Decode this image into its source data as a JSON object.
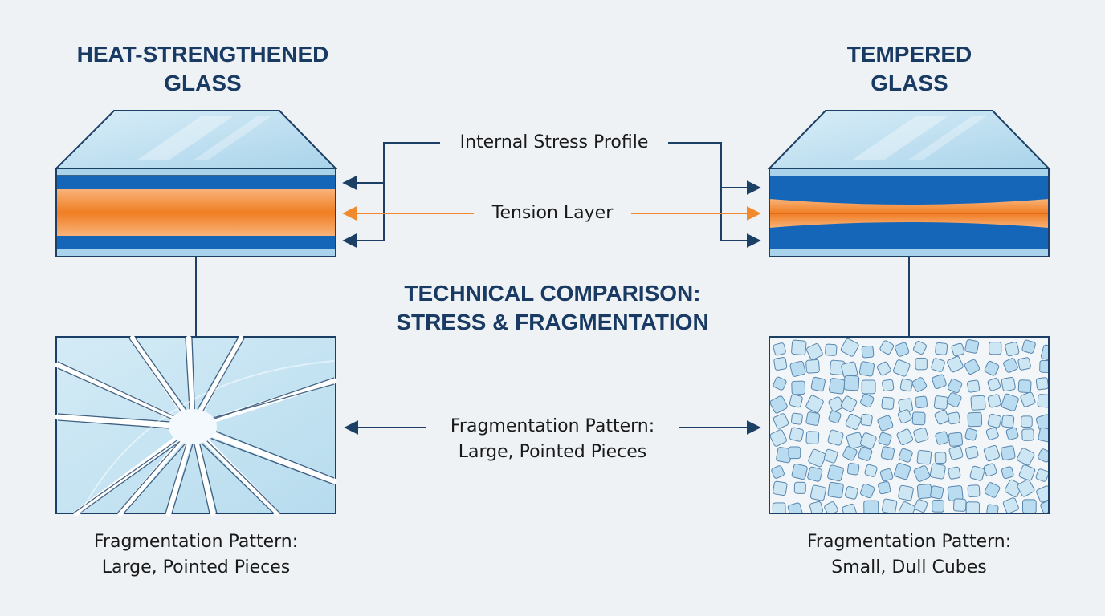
{
  "left_panel": {
    "title_line1": "HEAT-STRENGTHENED",
    "title_line2": "GLASS",
    "caption_line1": "Fragmentation Pattern:",
    "caption_line2": "Large, Pointed Pieces"
  },
  "right_panel": {
    "title_line1": "TEMPERED",
    "title_line2": "GLASS",
    "caption_line1": "Fragmentation Pattern:",
    "caption_line2": "Small, Dull Cubes"
  },
  "center": {
    "stress_label": "Internal Stress Profile",
    "tension_label": "Tension Layer",
    "heading_line1": "TECHNICAL COMPARISON:",
    "heading_line2": "STRESS & FRAGMENTATION",
    "fragment_label_line1": "Fragmentation Pattern:",
    "fragment_label_line2": "Large, Pointed Pieces"
  },
  "colors": {
    "background": "#eef2f5",
    "title": "#183a63",
    "compression_blue": "#1565b8",
    "tension_orange": "#f08a2c",
    "glass_light": "#cfe6f3",
    "outline": "#1c3f66",
    "connector": "#1c3f66"
  }
}
